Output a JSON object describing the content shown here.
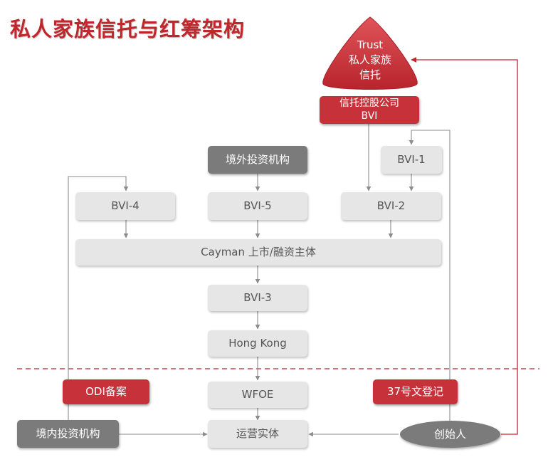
{
  "title": "私人家族信托与红筹架构",
  "trust": {
    "line1": "Trust",
    "line2": "私人家族",
    "line3": "信托"
  },
  "nodes": {
    "trust_holding": {
      "line1": "信托控股公司",
      "line2": "BVI"
    },
    "offshore_investor": "境外投资机构",
    "bvi1": "BVI-1",
    "bvi4": "BVI-4",
    "bvi5": "BVI-5",
    "bvi2": "BVI-2",
    "cayman": "Cayman  上市/融资主体",
    "bvi3": "BVI-3",
    "hongkong": "Hong Kong",
    "wfoe": "WFOE",
    "odi": "ODI备案",
    "doc37": "37号文登记",
    "domestic_investor": "境内投资机构",
    "operating_entity": "运营实体",
    "founder": "创始人"
  },
  "colors": {
    "red": "#c7323a",
    "grey_box": "#e6e6e6",
    "dark_box": "#7b7b7b",
    "line": "#8c8c8c",
    "red_line": "#c0272d"
  }
}
